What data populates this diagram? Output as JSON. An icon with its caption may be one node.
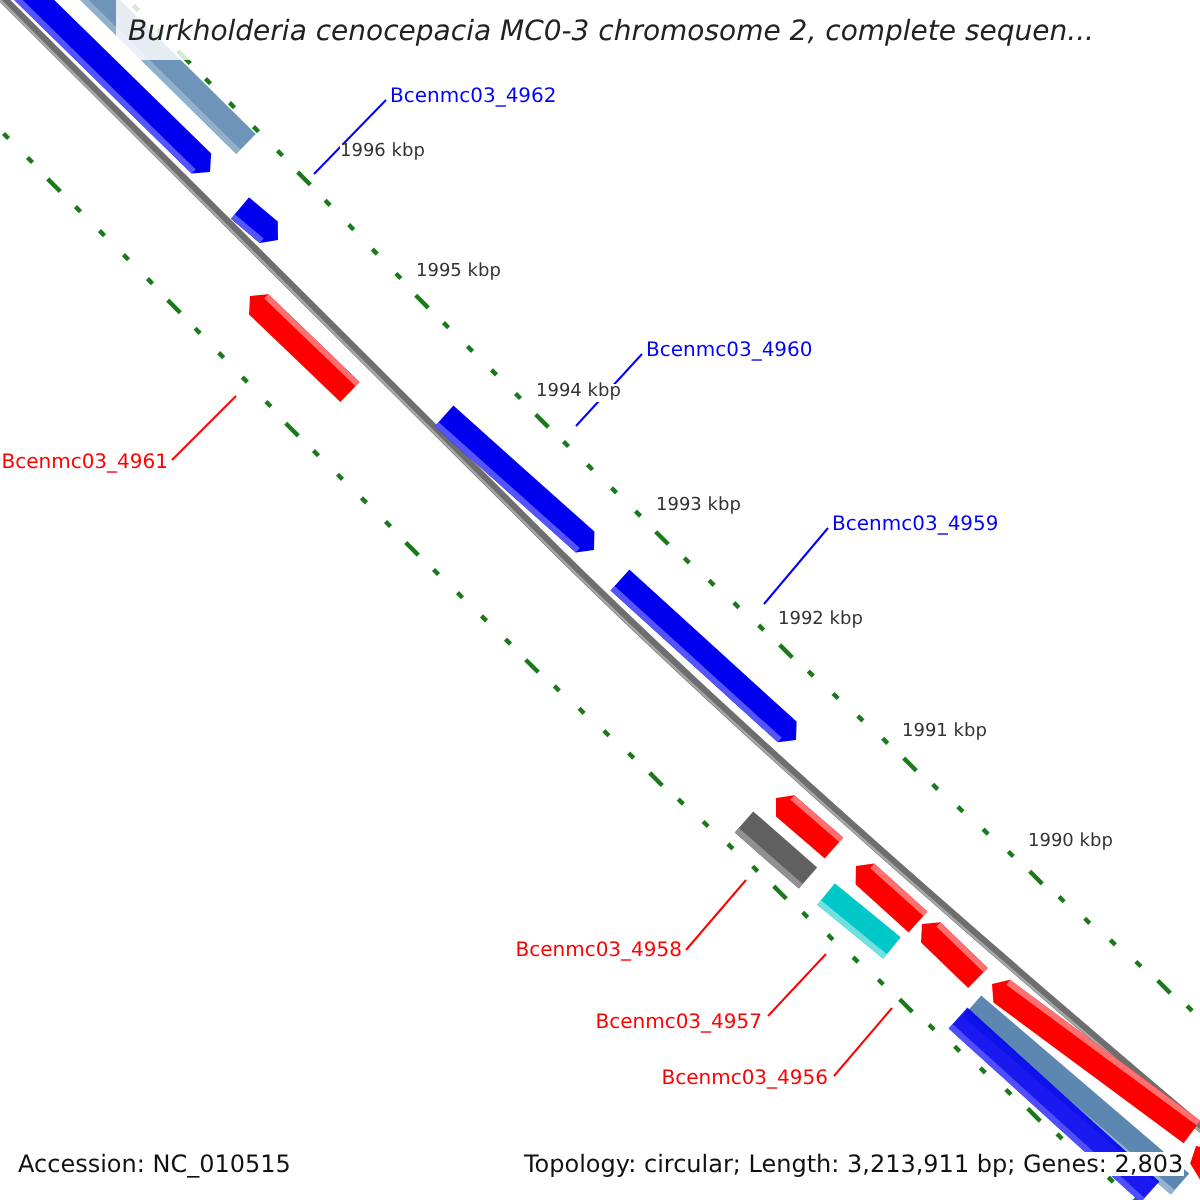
{
  "diagram": {
    "title": "Burkholderia cenocepacia MC0-3 chromosome 2, complete sequen...",
    "nodes": [
      {
        "text": [
          "Bcenmc03_4962"
        ]
      },
      {
        "text": [
          "Bcenmc03_4961"
        ]
      },
      {
        "text": [
          "Bcenmc03_4960"
        ]
      },
      {
        "text": [
          "Bcenmc03_4959"
        ]
      },
      {
        "text": [
          "Bcenmc03_4958"
        ]
      },
      {
        "text": [
          "Bcenmc03_4957"
        ]
      },
      {
        "text": [
          "Bcenmc03_4956"
        ]
      }
    ],
    "edges": [
      {
        "from": 0,
        "to": null,
        "arrow": "none",
        "color": "#0000ff"
      },
      {
        "from": 1,
        "to": null,
        "arrow": "none",
        "color": "#ff0000"
      },
      {
        "from": 2,
        "to": null,
        "arrow": "none",
        "color": "#0000ff"
      },
      {
        "from": 3,
        "to": null,
        "arrow": "none",
        "color": "#0000ff"
      },
      {
        "from": 4,
        "to": null,
        "arrow": "none",
        "color": "#ff0000"
      },
      {
        "from": 5,
        "to": null,
        "arrow": "none",
        "color": "#ff0000"
      },
      {
        "from": 6,
        "to": null,
        "arrow": "none",
        "color": "#ff0000"
      }
    ],
    "labels": [
      "1996 kbp",
      "1995 kbp",
      "1994 kbp",
      "1993 kbp",
      "1992 kbp",
      "1991 kbp",
      "1990 kbp",
      "Accession: NC_010515",
      "Topology: circular; Length: 3,213,911 bp; Genes: 2,803"
    ]
  }
}
